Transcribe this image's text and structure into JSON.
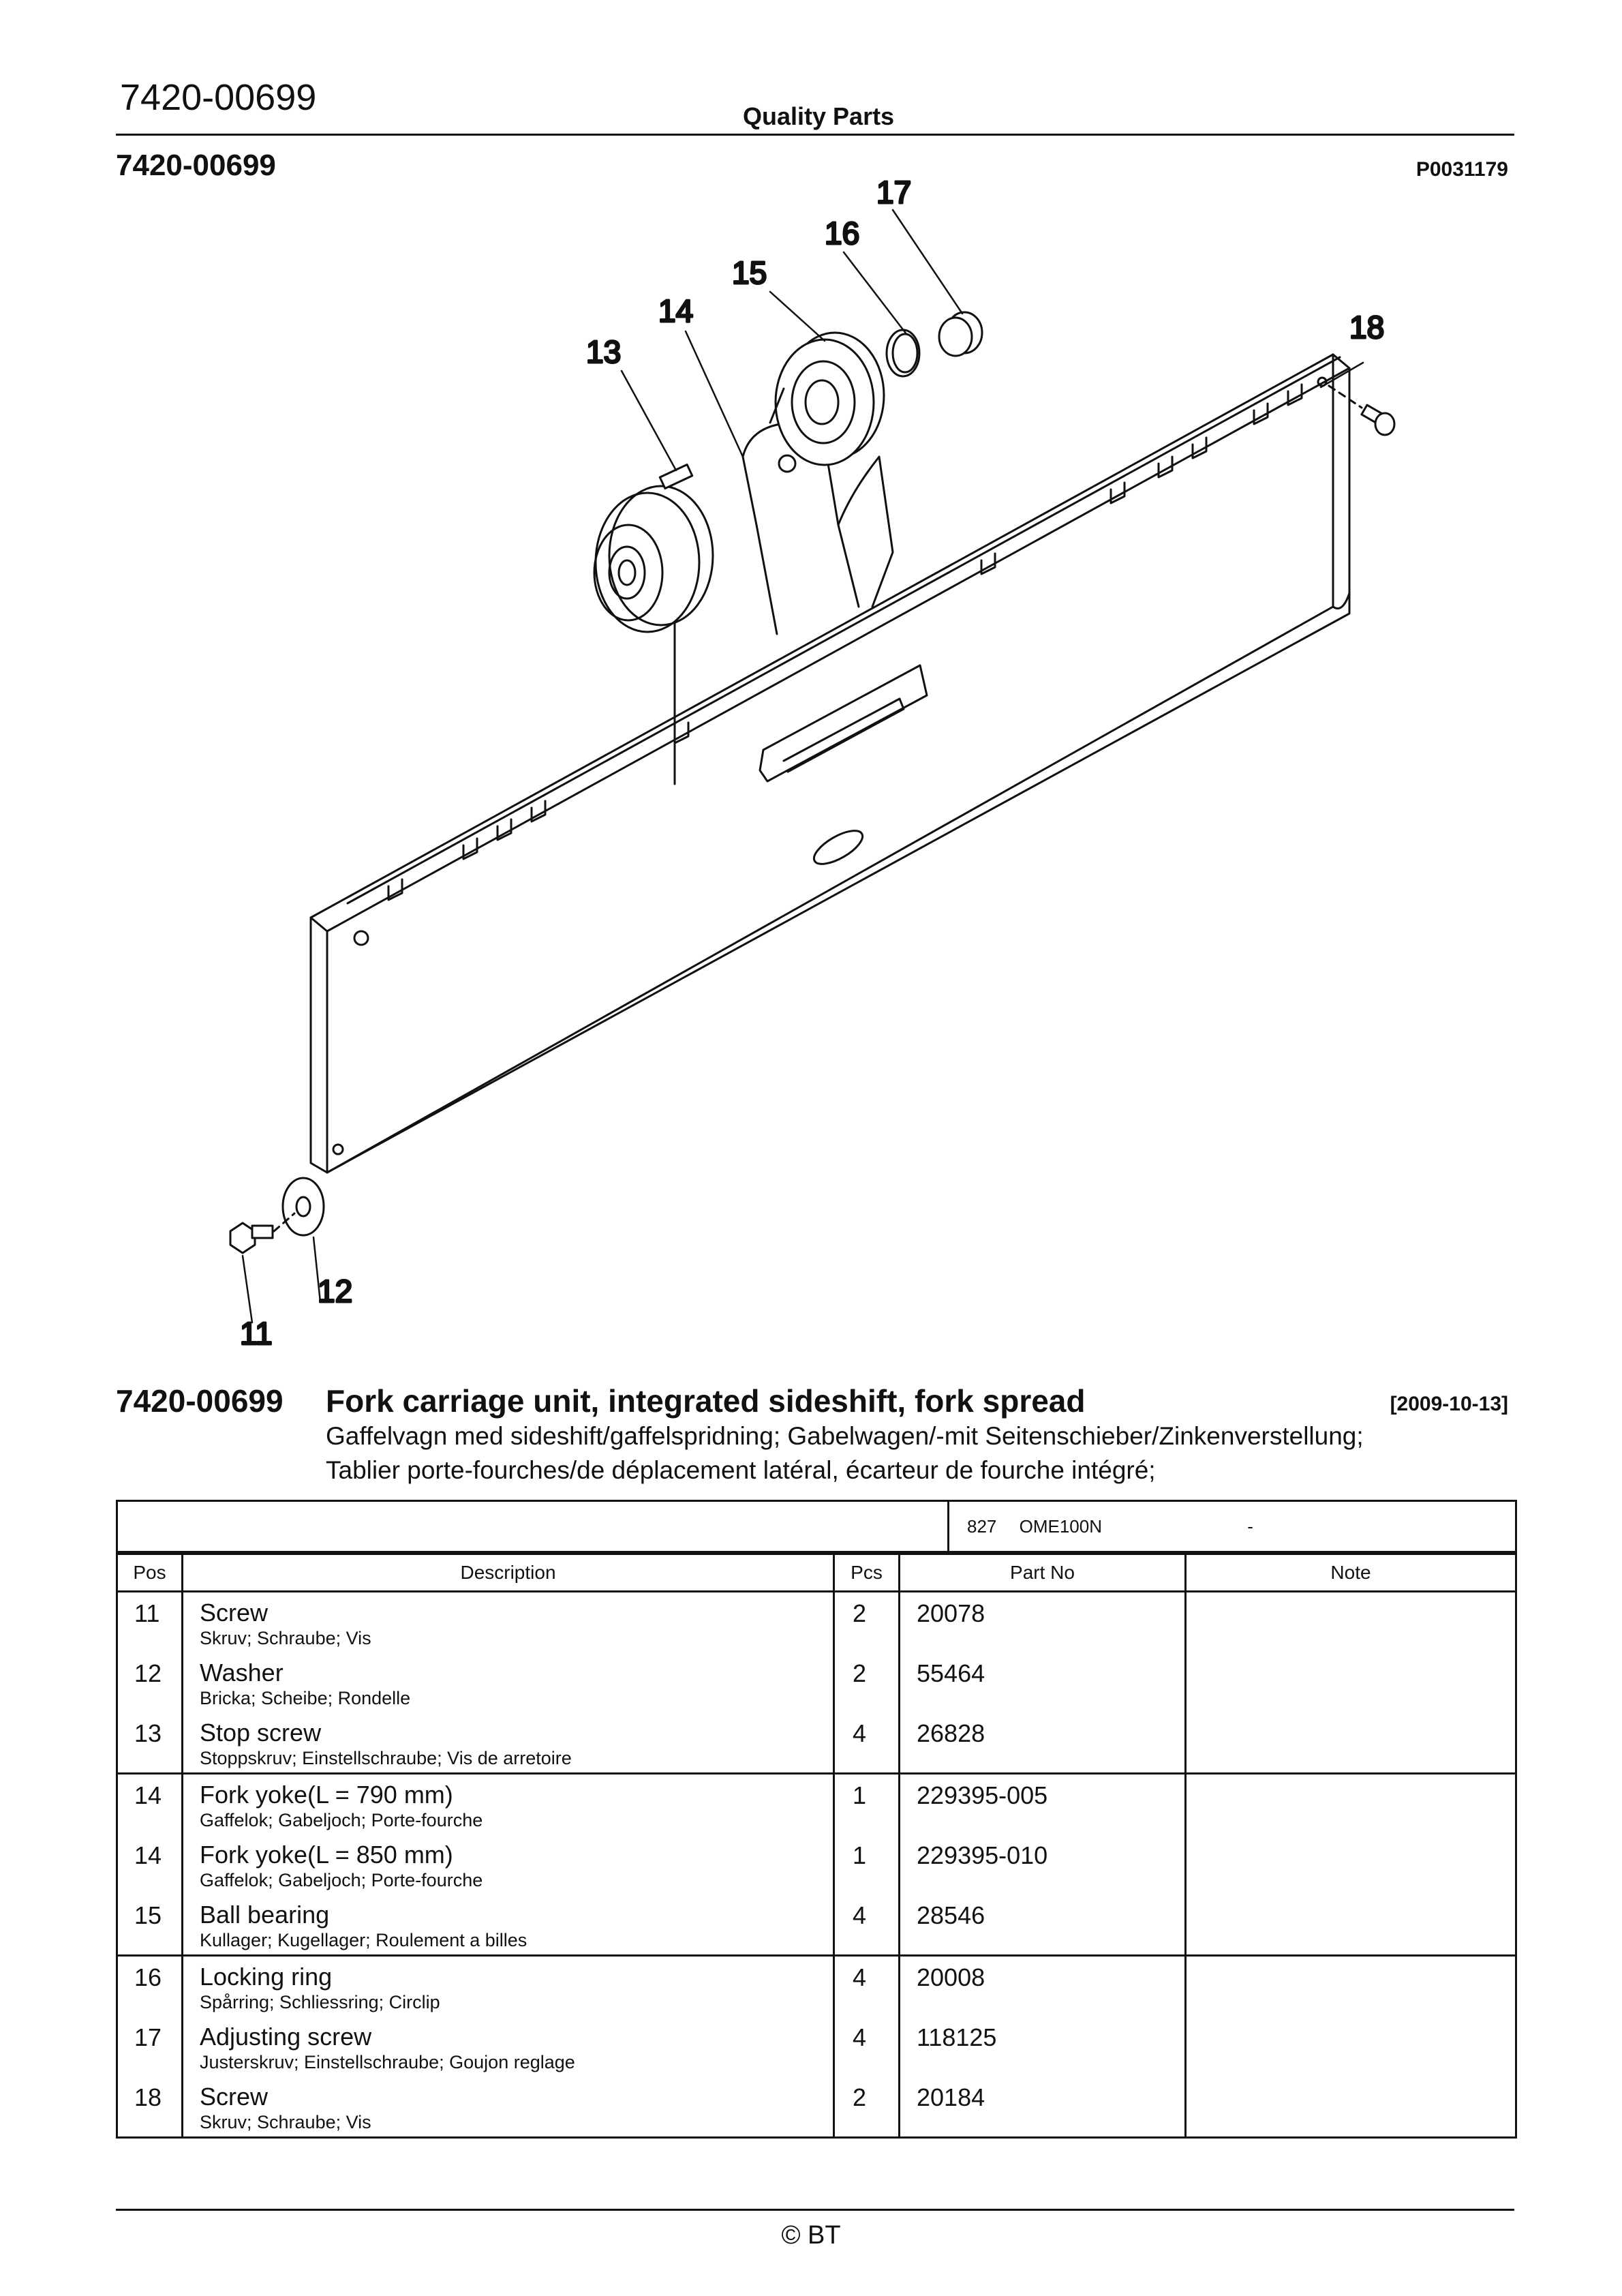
{
  "header": {
    "code": "7420-00699",
    "title": "Quality Parts"
  },
  "page": {
    "code": "7420-00699",
    "ref": "P0031179"
  },
  "diagram": {
    "callouts": [
      "11",
      "12",
      "13",
      "14",
      "15",
      "16",
      "17",
      "18"
    ]
  },
  "section": {
    "code": "7420-00699",
    "title": "Fork carriage unit, integrated sideshift, fork spread",
    "date": "[2009-10-13]",
    "translation_1": "Gaffelvagn med sideshift/gaffelspridning; Gabelwagen/-mit Seitenschieber/Zinkenverstellung;",
    "translation_2": "Tablier porte-fourches/de déplacement latéral, écarteur de fourche intégré;"
  },
  "model": {
    "number": "827",
    "name": "OME100N",
    "value": "-"
  },
  "table": {
    "headers": {
      "pos": "Pos",
      "description": "Description",
      "pcs": "Pcs",
      "part_no": "Part No",
      "note": "Note"
    },
    "rows": [
      {
        "pos": "11",
        "name": "Screw",
        "translations": "Skruv; Schraube; Vis",
        "pcs": "2",
        "part_no": "20078",
        "note": ""
      },
      {
        "pos": "12",
        "name": "Washer",
        "translations": "Bricka; Scheibe; Rondelle",
        "pcs": "2",
        "part_no": "55464",
        "note": ""
      },
      {
        "pos": "13",
        "name": "Stop screw",
        "translations": "Stoppskruv; Einstellschraube; Vis de arretoire",
        "pcs": "4",
        "part_no": "26828",
        "note": ""
      },
      {
        "pos": "14",
        "name": "Fork yoke(L = 790 mm)",
        "translations": "Gaffelok; Gabeljoch; Porte-fourche",
        "pcs": "1",
        "part_no": "229395-005",
        "note": ""
      },
      {
        "pos": "14",
        "name": "Fork yoke(L = 850 mm)",
        "translations": "Gaffelok; Gabeljoch; Porte-fourche",
        "pcs": "1",
        "part_no": "229395-010",
        "note": ""
      },
      {
        "pos": "15",
        "name": "Ball bearing",
        "translations": "Kullager; Kugellager; Roulement a billes",
        "pcs": "4",
        "part_no": "28546",
        "note": ""
      },
      {
        "pos": "16",
        "name": "Locking ring",
        "translations": "Spårring; Schliessring; Circlip",
        "pcs": "4",
        "part_no": "20008",
        "note": ""
      },
      {
        "pos": "17",
        "name": "Adjusting screw",
        "translations": "Justerskruv; Einstellschraube; Goujon reglage",
        "pcs": "4",
        "part_no": "118125",
        "note": ""
      },
      {
        "pos": "18",
        "name": "Screw",
        "translations": "Skruv; Schraube; Vis",
        "pcs": "2",
        "part_no": "20184",
        "note": ""
      }
    ]
  },
  "footer": {
    "copyright": "© BT"
  }
}
